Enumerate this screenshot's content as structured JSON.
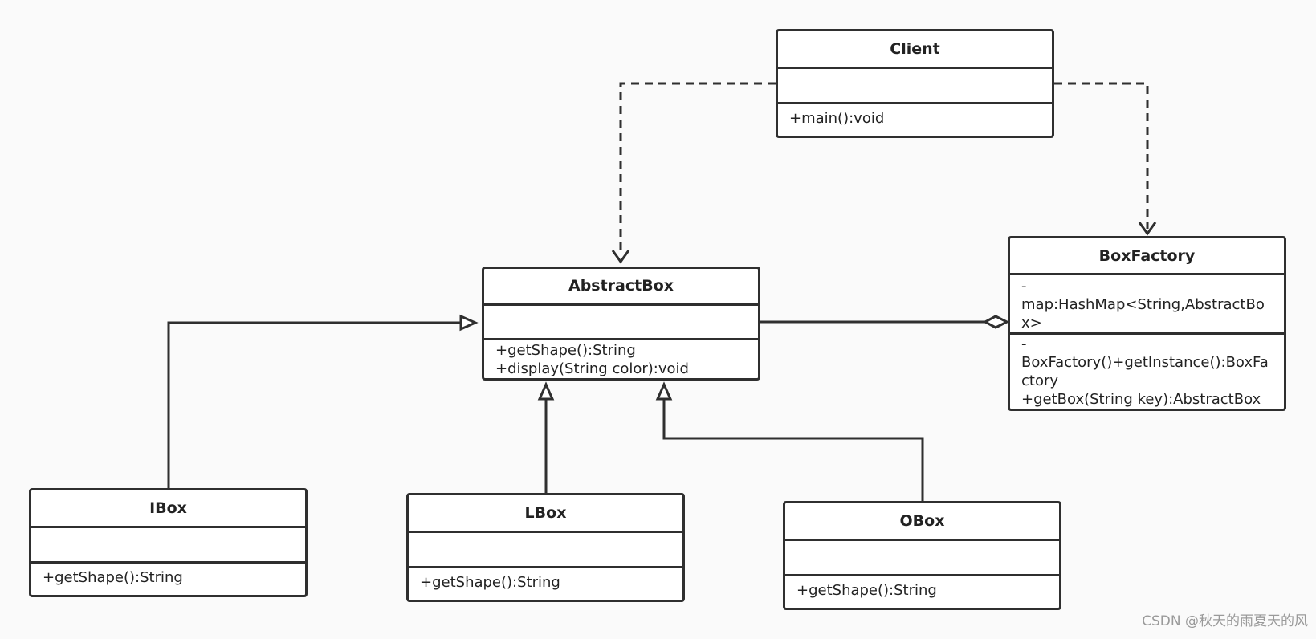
{
  "classes": {
    "client": {
      "name": "Client",
      "attributes": [],
      "methods": [
        "+main():void"
      ]
    },
    "abstract_box": {
      "name": "AbstractBox",
      "attributes": [],
      "methods": [
        "+getShape():String",
        "+display(String color):void"
      ]
    },
    "box_factory": {
      "name": "BoxFactory",
      "attributes": [
        "-",
        "map:HashMap<String,AbstractBo",
        "x>"
      ],
      "methods": [
        "-",
        "BoxFactory()+getInstance():BoxFa",
        "ctory",
        "+getBox(String key):AbstractBox"
      ]
    },
    "ibox": {
      "name": "IBox",
      "attributes": [],
      "methods": [
        "+getShape():String"
      ]
    },
    "lbox": {
      "name": "LBox",
      "attributes": [],
      "methods": [
        "+getShape():String"
      ]
    },
    "obox": {
      "name": "OBox",
      "attributes": [],
      "methods": [
        "+getShape():String"
      ]
    }
  },
  "relationships": [
    {
      "from": "Client",
      "to": "AbstractBox",
      "type": "dependency"
    },
    {
      "from": "Client",
      "to": "BoxFactory",
      "type": "dependency"
    },
    {
      "from": "BoxFactory",
      "to": "AbstractBox",
      "type": "aggregation"
    },
    {
      "from": "IBox",
      "to": "AbstractBox",
      "type": "generalization"
    },
    {
      "from": "LBox",
      "to": "AbstractBox",
      "type": "generalization"
    },
    {
      "from": "OBox",
      "to": "AbstractBox",
      "type": "generalization"
    }
  ],
  "watermark": "CSDN @秋天的雨夏天的风",
  "colors": {
    "line": "#2f2f2f",
    "background": "#fafafa",
    "box": "#ffffff",
    "watermark": "#9a9a9a"
  }
}
